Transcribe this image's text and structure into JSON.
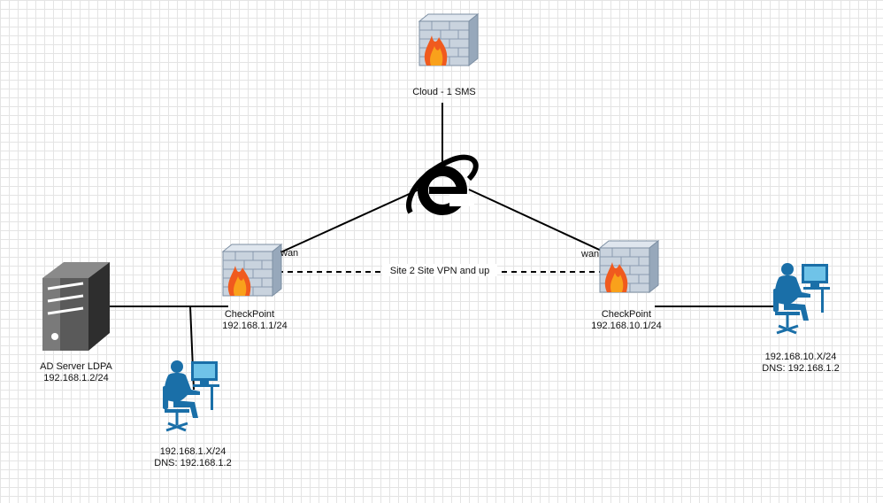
{
  "nodes": {
    "cloud": {
      "title": "Cloud - 1 SMS"
    },
    "internet": {
      "icon": "internet-explorer-icon"
    },
    "checkpoint_left": {
      "name": "CheckPoint",
      "ip": "192.168.1.1/24",
      "port_label": "wan"
    },
    "checkpoint_right": {
      "name": "CheckPoint",
      "ip": "192.168.10.1/24",
      "port_label": "wan"
    },
    "ad_server": {
      "name": "AD Server LDPA",
      "ip": "192.168.1.2/24"
    },
    "user_left": {
      "ip": "192.168.1.X/24",
      "dns": "DNS: 192.168.1.2"
    },
    "user_right": {
      "ip": "192.168.10.X/24",
      "dns": "DNS: 192.168.1.2"
    }
  },
  "links": {
    "vpn_label": "Site 2 Site VPN and up"
  },
  "colors": {
    "line": "#000000",
    "firewall_brick": "#aab8c8",
    "flame": "#f05a1e",
    "server": "#505050",
    "user": "#1a6fa8"
  }
}
